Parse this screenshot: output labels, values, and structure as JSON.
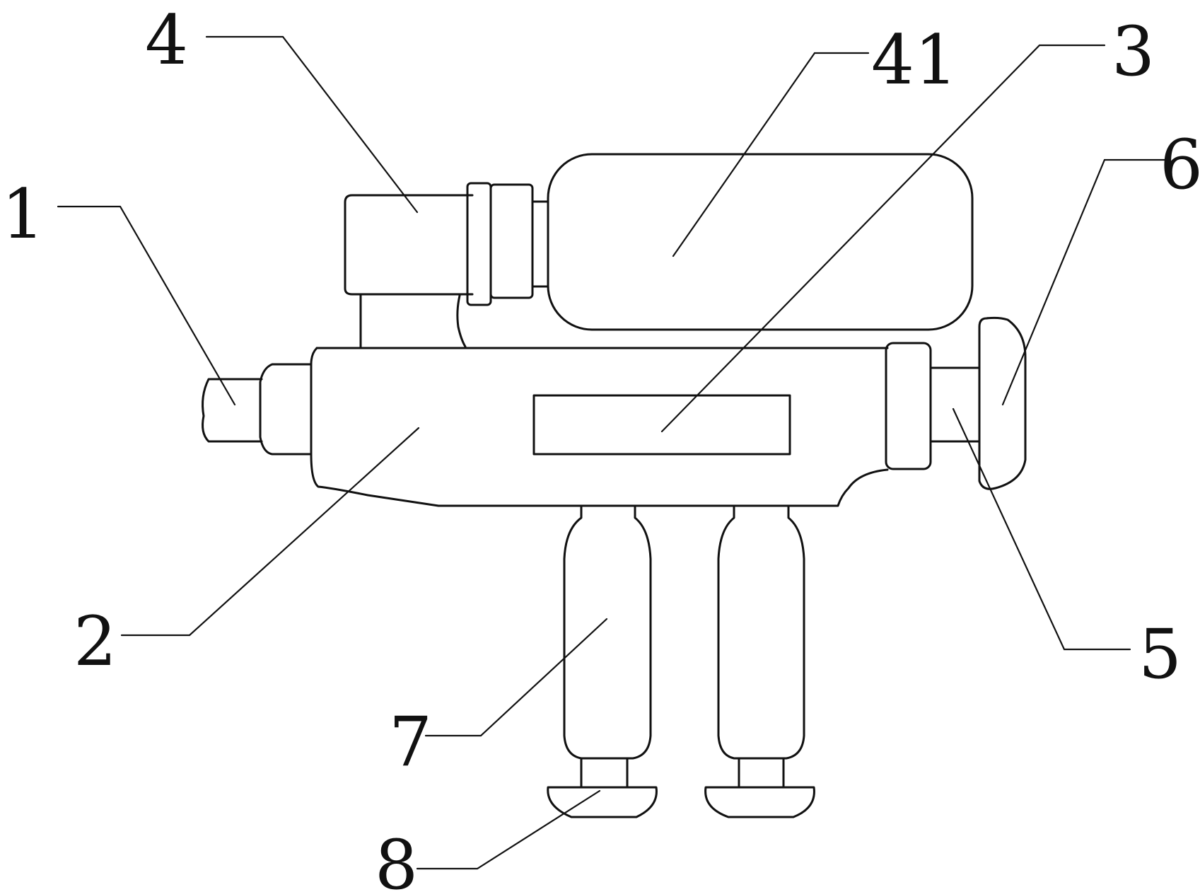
{
  "diagram": {
    "labels": {
      "l1": "1",
      "l2": "2",
      "l3": "3",
      "l4": "4",
      "l41": "41",
      "l5": "5",
      "l6": "6",
      "l7": "7",
      "l8": "8"
    },
    "colors": {
      "stroke": "#111111",
      "background": "#ffffff"
    }
  }
}
